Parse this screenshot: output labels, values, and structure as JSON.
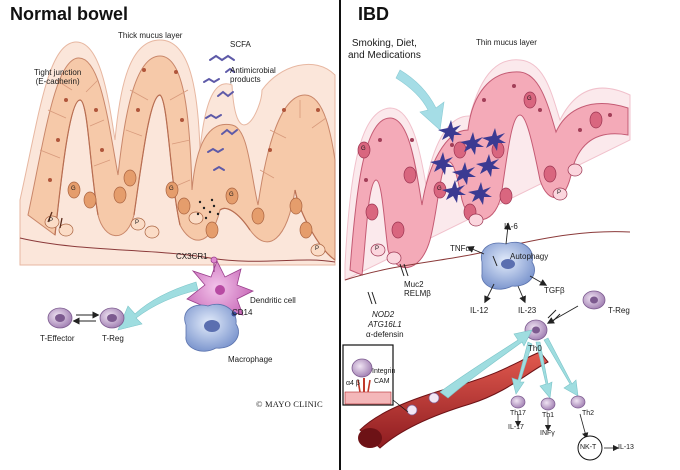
{
  "panels": {
    "left": {
      "title": "Normal bowel"
    },
    "right": {
      "title": "IBD"
    }
  },
  "labels": {
    "tight_junction": "Tight junction\n(E-cadherin)",
    "thick_mucus": "Thick mucus layer",
    "scfa": "SCFA",
    "antimicrobial": "Antimicrobial\nproducts",
    "cx3cr1": "CX3CR1",
    "dendritic_cell": "Dendritic cell",
    "cd14": "CD14",
    "macrophage": "Macrophage",
    "t_effector": "T-Effector",
    "t_reg_left": "T-Reg",
    "copyright": "© MAYO CLINIC",
    "smoking": "Smoking, Diet,\nand Medications",
    "thin_mucus": "Thin mucus layer",
    "il6": "IL-6",
    "tnfa": "TNFα",
    "autophagy": "Autophagy",
    "tgfb": "TGFβ",
    "il12": "IL-12",
    "il23": "IL-23",
    "muc2": "Muc2\nRELMβ",
    "nod2": "NOD2",
    "atg16l1": "ATG16L1",
    "defensin": "α-defensin",
    "t_reg_right": "T-Reg",
    "th0": "Th0",
    "integrin": "Integrin",
    "cam": "CAM",
    "a4b": "α4  β",
    "th17": "Th17",
    "il17": "IL-17",
    "th1": "Th1",
    "infg": "INFγ",
    "th2": "Th2",
    "nkt": "NK-T",
    "il13": "IL-13",
    "cell_g": "G",
    "cell_p": "P"
  },
  "colors": {
    "normal_epithelium": "#f6c9a9",
    "normal_goblet": "#e59d6c",
    "ibd_epithelium": "#f4aab8",
    "ibd_goblet": "#d9667f",
    "mucus": "#fbe3d7",
    "bacteria": "#3b3a92",
    "dendritic": "#d77fc8",
    "macrophage": "#8fa7d8",
    "arrow": "#8fd6d9",
    "vessel": "#b3262b",
    "divider": "#111111"
  }
}
